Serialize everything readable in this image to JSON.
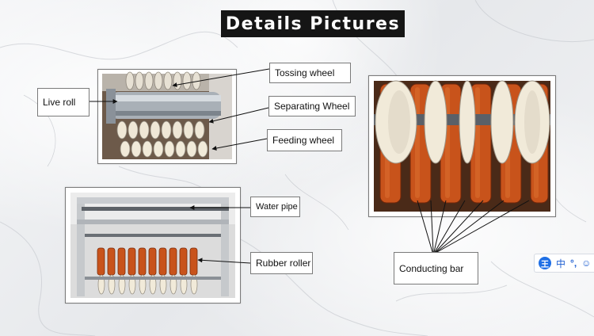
{
  "title": "Details Pictures",
  "labels": {
    "live_roll": "Live roll",
    "tossing_wheel": "Tossing wheel",
    "separating_wheel": "Separating Wheel",
    "feeding_wheel": "Feeding wheel",
    "water_pipe": "Water pipe",
    "rubber_roller": "Rubber roller",
    "conducting_bar": "Conducting bar"
  },
  "ime_toolbar": {
    "logo": "王",
    "lang": "中",
    "punct": "°,",
    "emoji": "☺"
  },
  "colors": {
    "title_bg": "#151515",
    "rubber_orange": "#c8531b",
    "disc_cream": "#f1e9da",
    "steel": "#9aa1a8",
    "ime_blue": "#1f6fe5"
  }
}
